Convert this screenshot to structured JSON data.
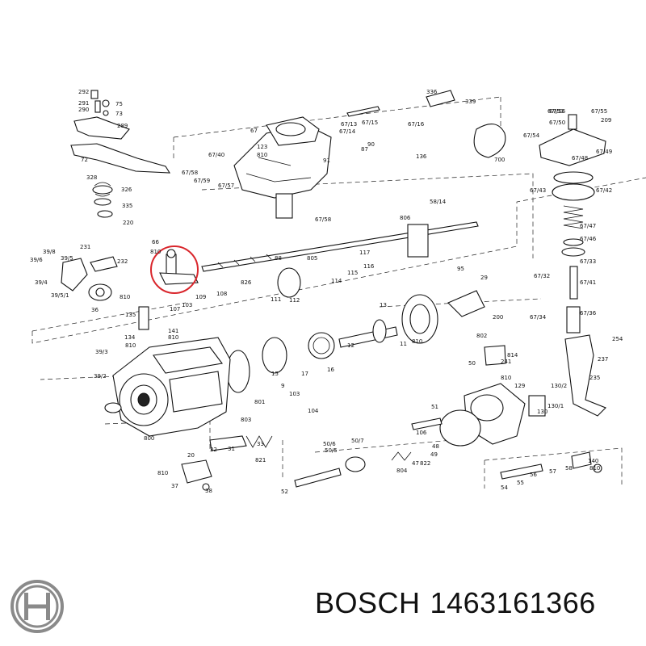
{
  "caption": {
    "brand": "BOSCH",
    "part_number": "1463161366"
  },
  "colors": {
    "highlight": "#d9262c",
    "ink": "#111111"
  },
  "logo": {
    "icon": "bosch-armature-logo-icon"
  },
  "labels": [
    "292",
    "291",
    "290",
    "75",
    "73",
    "289",
    "72",
    "328",
    "326",
    "335",
    "220",
    "336",
    "339",
    "67",
    "67/13",
    "67/14",
    "67/15",
    "67/16",
    "123",
    "810",
    "90",
    "87",
    "136",
    "91",
    "67/40",
    "67/58",
    "67/59",
    "67/57",
    "67/55",
    "67/56",
    "67/54",
    "67/53",
    "67/50",
    "209",
    "67/49",
    "67/48",
    "67/43",
    "67/42",
    "67/47",
    "67/46",
    "67/33",
    "67/32",
    "67/41",
    "67/34",
    "67/36",
    "58/14",
    "806",
    "67/58",
    "700",
    "231",
    "232",
    "39/8",
    "39/6",
    "39/5",
    "39/4",
    "39/5/1",
    "36",
    "810",
    "66",
    "810",
    "107",
    "103",
    "109",
    "108",
    "826",
    "111",
    "112",
    "88",
    "805",
    "114",
    "115",
    "116",
    "117",
    "95",
    "29",
    "135",
    "134",
    "810",
    "141",
    "810",
    "39/3",
    "39/2",
    "13",
    "12",
    "11",
    "810",
    "802",
    "800",
    "801",
    "103",
    "104",
    "803",
    "16",
    "17",
    "15",
    "9",
    "50",
    "814",
    "241",
    "810",
    "129",
    "130/2",
    "130",
    "130/1",
    "254",
    "237",
    "235",
    "51",
    "106",
    "48",
    "49",
    "47",
    "822",
    "804",
    "50/6",
    "50/7",
    "50/5",
    "52",
    "31",
    "32",
    "33",
    "821",
    "20",
    "37",
    "810",
    "38",
    "54",
    "55",
    "56",
    "57",
    "58",
    "140",
    "810",
    "200"
  ]
}
